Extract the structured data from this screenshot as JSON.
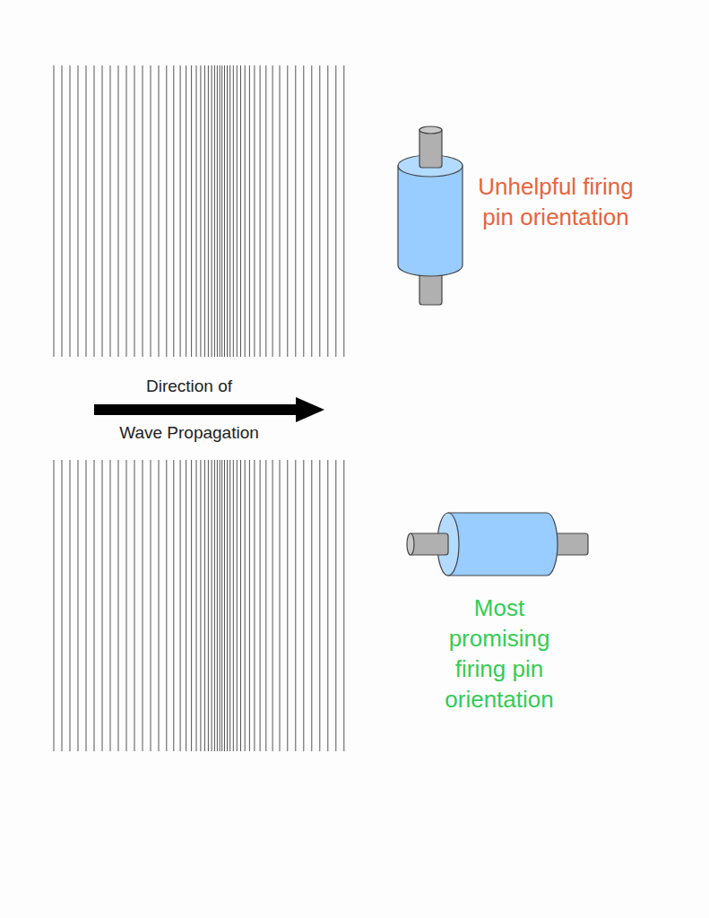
{
  "diagram": {
    "labels": [
      "Unhelpful firing pin orientation",
      "Direction of",
      "Wave Propagation",
      "Most promising firing pin orientation"
    ]
  }
}
